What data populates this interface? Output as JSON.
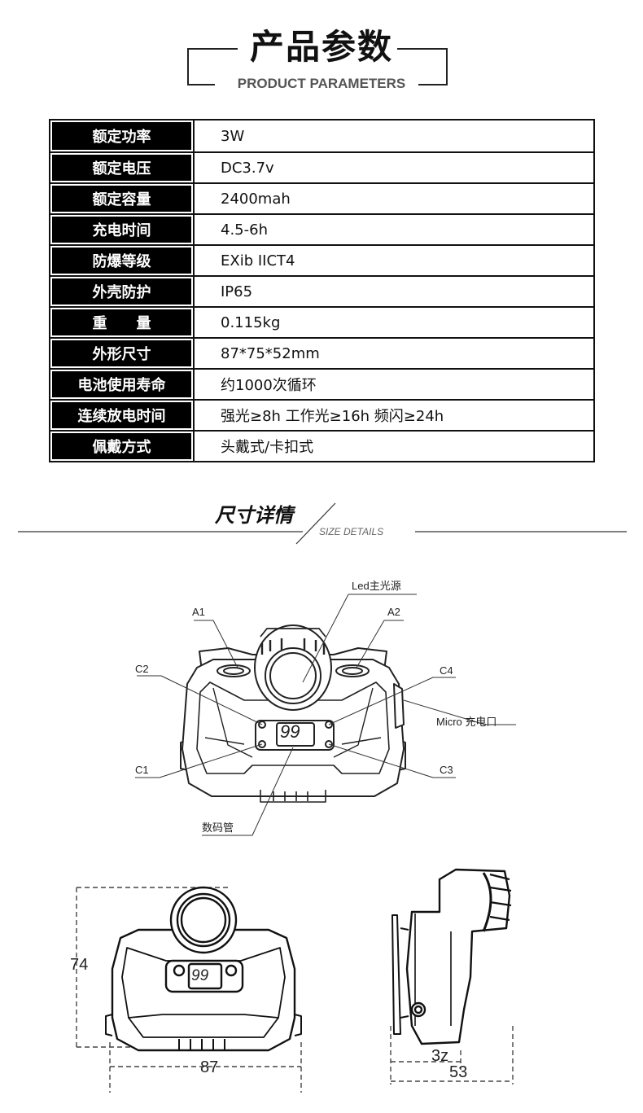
{
  "header": {
    "title": "产品参数",
    "subtitle": "PRODUCT PARAMETERS"
  },
  "params": [
    {
      "key": "额定功率",
      "value": "3W"
    },
    {
      "key": "额定电压",
      "value": "DC3.7v"
    },
    {
      "key": "额定容量",
      "value": "2400mah"
    },
    {
      "key": "充电时间",
      "value": "4.5-6h"
    },
    {
      "key": "防爆等级",
      "value": "EXib IICT4"
    },
    {
      "key": "外壳防护",
      "value": "IP65"
    },
    {
      "key": "重　　量",
      "value": "0.115kg"
    },
    {
      "key": "外形尺寸",
      "value": "87*75*52mm"
    },
    {
      "key": "电池使用寿命",
      "value": "约1000次循环"
    },
    {
      "key": "连续放电时间",
      "value": "强光≥8h 工作光≥16h 频闪≥24h"
    },
    {
      "key": "佩戴方式",
      "value": "头戴式/卡扣式"
    }
  ],
  "size_details": {
    "title": "尺寸详情",
    "subtitle": "SIZE DETAILS"
  },
  "diagram": {
    "labels": {
      "led": "Led主光源",
      "a1": "A1",
      "a2": "A2",
      "c1": "C1",
      "c2": "C2",
      "c3": "C3",
      "c4": "C4",
      "micro": "Micro 充电口",
      "display": "数码管"
    },
    "display_digits": "99",
    "dimensions": {
      "height": "74",
      "width": "87",
      "depth_inner": "3z",
      "depth": "53"
    }
  }
}
